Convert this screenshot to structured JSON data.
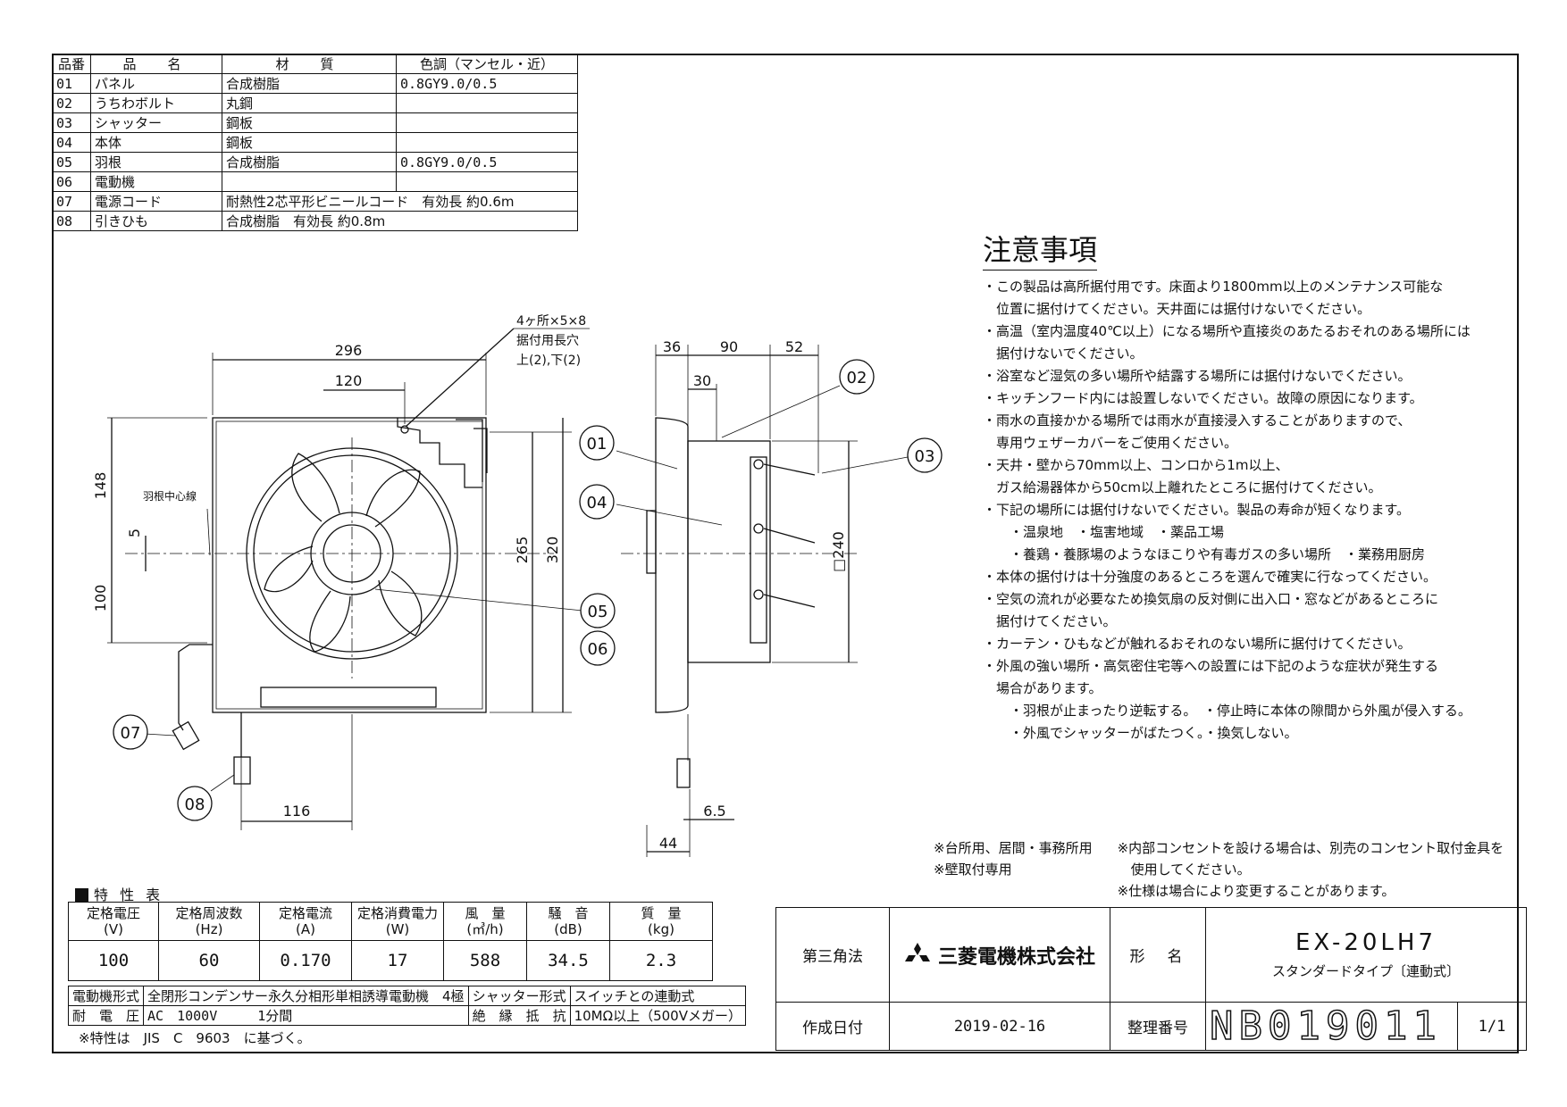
{
  "parts_table": {
    "headers": [
      "品番",
      "品　名",
      "材　質",
      "色調（マンセル・近）"
    ],
    "rows": [
      [
        "01",
        "パネル",
        "合成樹脂",
        "0.8GY9.0/0.5"
      ],
      [
        "02",
        "うちわボルト",
        "丸鋼",
        ""
      ],
      [
        "03",
        "シャッター",
        "鋼板",
        ""
      ],
      [
        "04",
        "本体",
        "鋼板",
        ""
      ],
      [
        "05",
        "羽根",
        "合成樹脂",
        "0.8GY9.0/0.5"
      ],
      [
        "06",
        "電動機",
        "",
        ""
      ],
      [
        "07",
        "電源コード",
        "耐熱性2芯平形ビニールコード　有効長 約0.6m",
        ""
      ],
      [
        "08",
        "引きひも",
        "合成樹脂　有効長 約0.8m",
        ""
      ]
    ]
  },
  "drawing": {
    "front": {
      "dim_296": "296",
      "dim_120": "120",
      "dim_148": "148",
      "dim_5": "5",
      "dim_100": "100",
      "dim_265": "265",
      "dim_320": "320",
      "dim_116": "116",
      "fan_center_label": "羽根中心線",
      "slot_note_1": "4ヶ所×5×8",
      "slot_note_2": "据付用長穴",
      "slot_note_3": "上(2),下(2)"
    },
    "side": {
      "dim_36": "36",
      "dim_90": "90",
      "dim_52": "52",
      "dim_30": "30",
      "dim_240": "□240",
      "dim_6_5": "6.5",
      "dim_44": "44"
    },
    "callouts": [
      "01",
      "02",
      "03",
      "04",
      "05",
      "06",
      "07",
      "08"
    ]
  },
  "notes": {
    "title": "注意事項",
    "lines": [
      "・この製品は高所据付用です。床面より1800mm以上のメンテナンス可能な",
      "　位置に据付けてください。天井面には据付けないでください。",
      "・高温（室内温度40℃以上）になる場所や直接炎のあたるおそれのある場所には",
      "　据付けないでください。",
      "・浴室など湿気の多い場所や結露する場所には据付けないでください。",
      "・キッチンフード内には設置しないでください。故障の原因になります。",
      "・雨水の直接かかる場所では雨水が直接浸入することがありますので、",
      "　専用ウェザーカバーをご使用ください。",
      "・天井・壁から70mm以上、コンロから1m以上、",
      "　ガス給湯器体から50cm以上離れたところに据付けてください。",
      "・下記の場所には据付けないでください。製品の寿命が短くなります。",
      "　　・温泉地　・塩害地域　・薬品工場",
      "　　・養鶏・養豚場のようなほこりや有毒ガスの多い場所　・業務用厨房",
      "・本体の据付けは十分強度のあるところを選んで確実に行なってください。",
      "・空気の流れが必要なため換気扇の反対側に出入口・窓などがあるところに",
      "　据付けてください。",
      "・カーテン・ひもなどが触れるおそれのない場所に据付けてください。",
      "・外風の強い場所・高気密住宅等への設置には下記のような症状が発生する",
      "　場合があります。",
      "　　・羽根が止まったり逆転する。　・停止時に本体の隙間から外風が侵入する。",
      "　　・外風でシャッターがばたつく。・換気しない。"
    ]
  },
  "remarks": {
    "left": [
      "※台所用、居間・事務所用",
      "※壁取付専用"
    ],
    "right": [
      "※内部コンセントを設ける場合は、別売のコンセント取付金具を",
      "　使用してください。",
      "※仕様は場合により変更することがあります。"
    ]
  },
  "spec": {
    "title": "特 性 表",
    "headers": [
      [
        "定格電圧",
        "(V)"
      ],
      [
        "定格周波数",
        "(Hz)"
      ],
      [
        "定格電流",
        "(A)"
      ],
      [
        "定格消費電力",
        "(W)"
      ],
      [
        "風　量",
        "(㎥/h)"
      ],
      [
        "騒　音",
        "(dB)"
      ],
      [
        "質　量",
        "(kg)"
      ]
    ],
    "values": [
      "100",
      "60",
      "0.170",
      "17",
      "588",
      "34.5",
      "2.3"
    ],
    "motor_label": "電動機形式",
    "motor_value": "全閉形コンデンサー永久分相形単相誘導電動機　4極",
    "shutter_label": "シャッター形式",
    "shutter_value": "スイッチとの連動式",
    "voltage_label": "耐　電　圧",
    "voltage_value": "AC　1000V　　　1分間",
    "insulation_label": "絶　縁　抵　抗",
    "insulation_value": "10MΩ以上（500Vメガー）",
    "jis_note": "※特性は　JIS　C　9603　に基づく。"
  },
  "title_block": {
    "projection": "第三角法",
    "company": "三菱電機株式会社",
    "model_label": "形　名",
    "model": "EX-20LH7",
    "model_sub": "スタンダードタイプ〔連動式〕",
    "date_label": "作成日付",
    "date": "2019-02-16",
    "doc_label": "整理番号",
    "doc_no": "NB019011",
    "sheet": "1/1"
  }
}
